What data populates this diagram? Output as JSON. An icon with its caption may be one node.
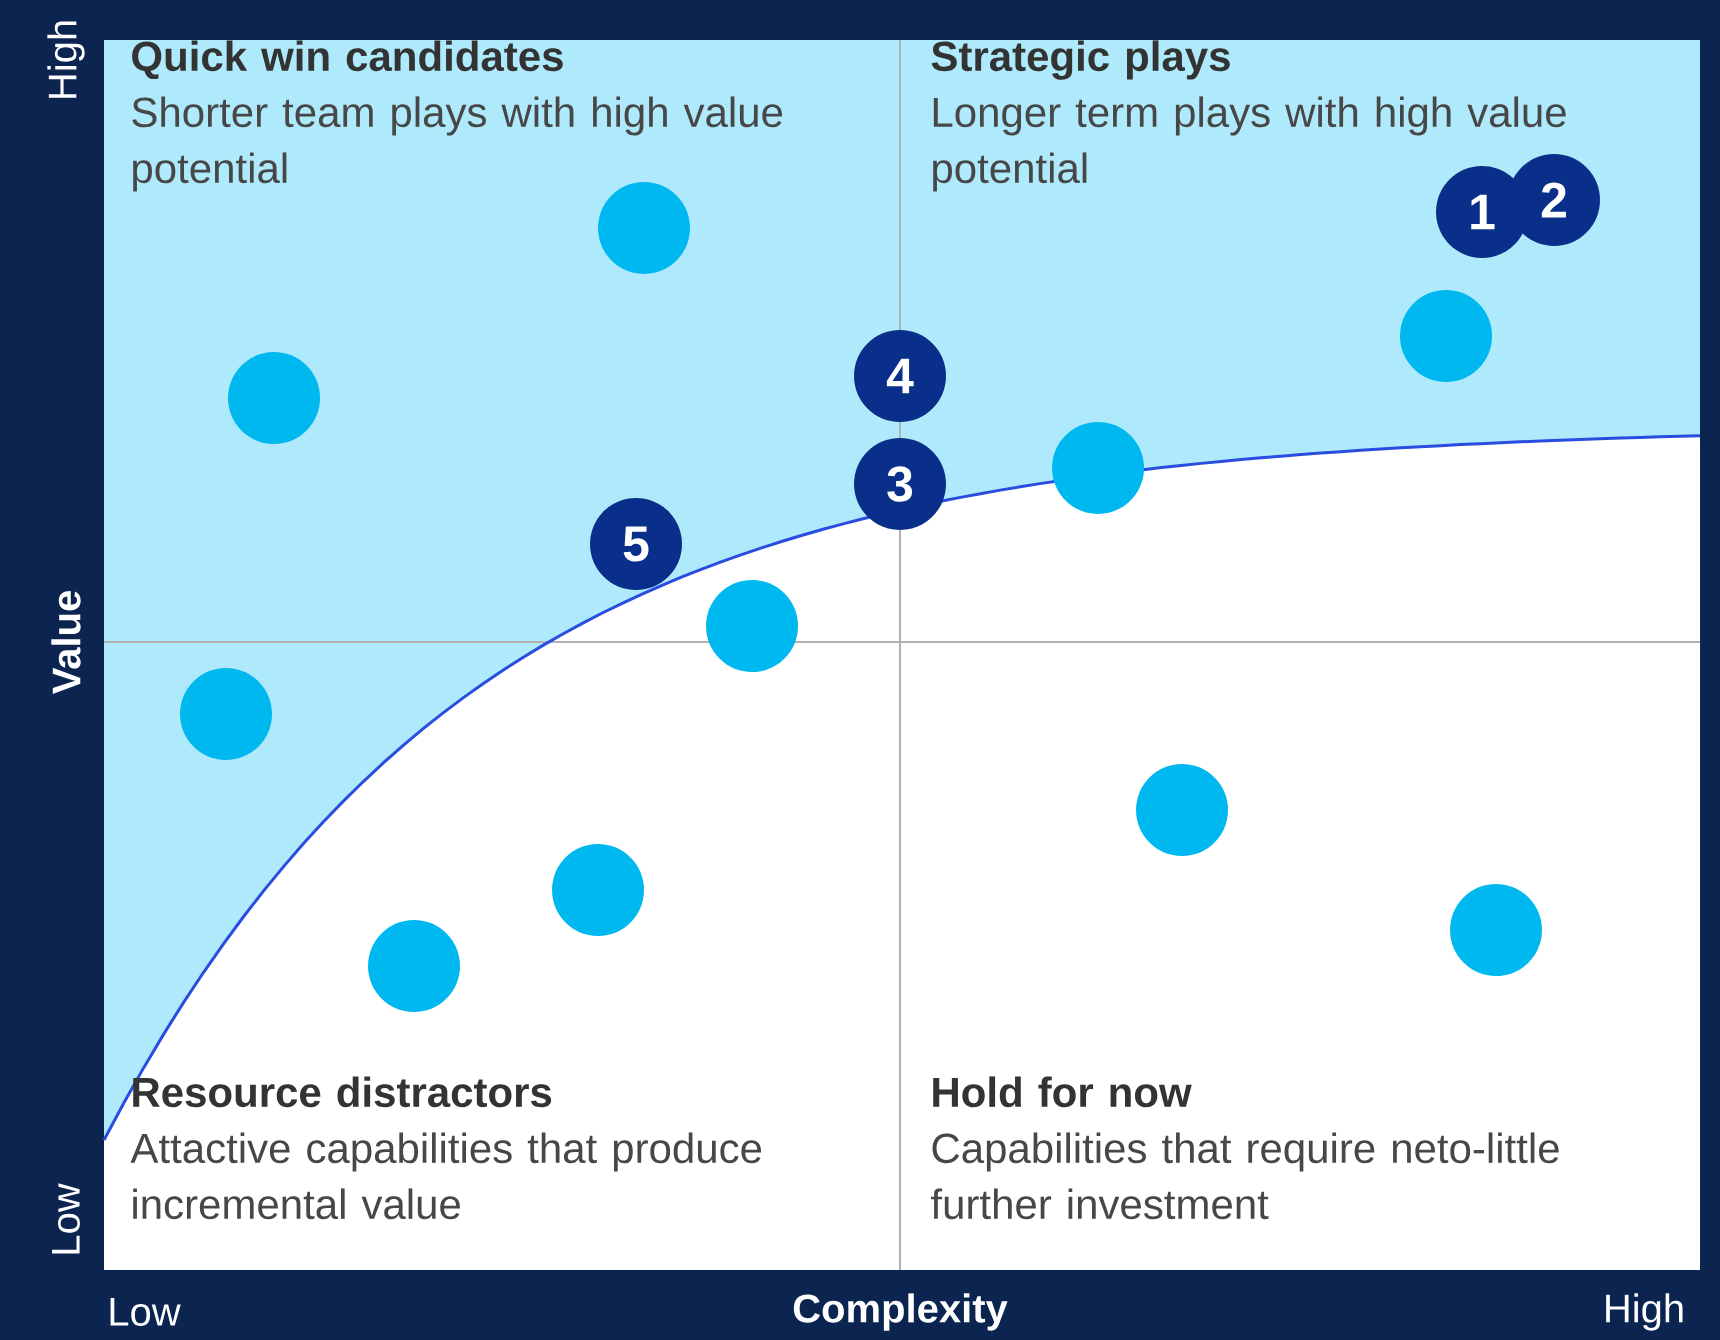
{
  "diagram": {
    "nodes": [
      {
        "text": [
          "Quick win candidates",
          "Shorter team plays with high value potential"
        ]
      },
      {
        "text": [
          "Strategic plays",
          "Longer term plays with high value potential"
        ]
      },
      {
        "text": [
          "Resource distractors",
          "Attactive capabilities that produce incremental value"
        ]
      },
      {
        "text": [
          "Hold for now",
          "Capabilities that require neto-little further investment"
        ]
      },
      {
        "text": [
          "1"
        ]
      },
      {
        "text": [
          "2"
        ]
      },
      {
        "text": [
          "3"
        ]
      },
      {
        "text": [
          "4"
        ]
      },
      {
        "text": [
          "5"
        ]
      },
      {
        "text": [],
        "shape": "circle"
      },
      {
        "text": [],
        "shape": "circle"
      },
      {
        "text": [],
        "shape": "circle"
      },
      {
        "text": [],
        "shape": "circle"
      },
      {
        "text": [],
        "shape": "circle"
      },
      {
        "text": [],
        "shape": "circle"
      },
      {
        "text": [],
        "shape": "circle"
      },
      {
        "text": [],
        "shape": "circle"
      },
      {
        "text": [],
        "shape": "circle"
      },
      {
        "text": [],
        "shape": "circle"
      }
    ],
    "labels": [
      "High",
      "Value",
      "Low",
      "Low",
      "Complexity",
      "High"
    ]
  }
}
